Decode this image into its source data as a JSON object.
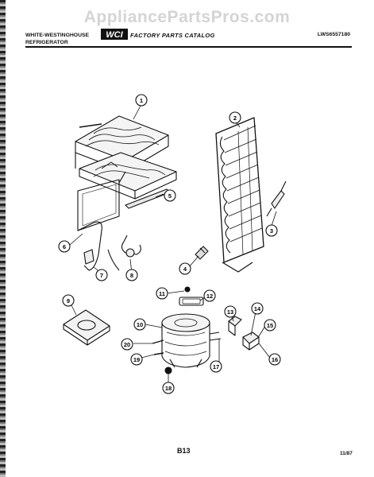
{
  "watermark": "AppliancePartsPros.com",
  "header": {
    "brand_line1": "WHITE-WESTINGHOUSE",
    "brand_line2": "REFRIGERATOR",
    "logo_text": "WCI",
    "title": "FACTORY PARTS CATALOG",
    "model": "LWS6557180"
  },
  "callouts": [
    "1",
    "2",
    "3",
    "4",
    "5",
    "6",
    "7",
    "8",
    "9",
    "10",
    "11",
    "12",
    "13",
    "14",
    "15",
    "16",
    "17",
    "18",
    "19",
    "20"
  ],
  "footer": {
    "page_code": "B13",
    "date": "11/87"
  }
}
